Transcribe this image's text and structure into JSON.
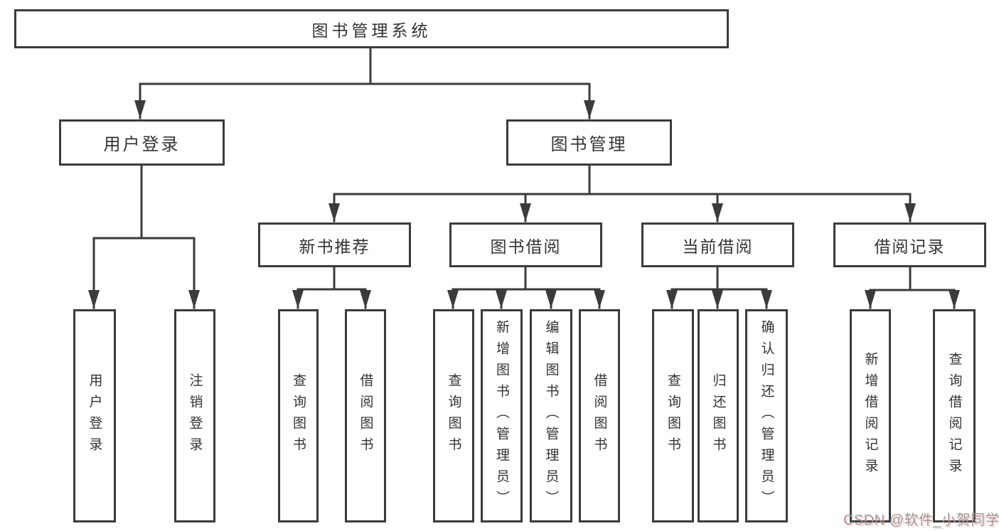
{
  "diagram_title": "图书管理系统",
  "colors": {
    "line": "#3b3b3b",
    "box_border": "#3b3b3b",
    "box_background": "#ffffff",
    "text": "#333333",
    "watermark": "#9a9a9a"
  },
  "tree": {
    "root": {
      "label": "图书管理系统"
    },
    "branches": [
      {
        "label": "用户登录",
        "children": [
          {
            "label": "用户登录"
          },
          {
            "label": "注销登录"
          }
        ]
      },
      {
        "label": "图书管理",
        "children": [
          {
            "label": "新书推荐",
            "children": [
              {
                "label": "查询图书"
              },
              {
                "label": "借阅图书"
              }
            ]
          },
          {
            "label": "图书借阅",
            "children": [
              {
                "label": "查询图书"
              },
              {
                "label": "新增图书（管理员）"
              },
              {
                "label": "编辑图书（管理员）"
              },
              {
                "label": "借阅图书"
              }
            ]
          },
          {
            "label": "当前借阅",
            "children": [
              {
                "label": "查询图书"
              },
              {
                "label": "归还图书"
              },
              {
                "label": "确认归还（管理员）"
              }
            ]
          },
          {
            "label": "借阅记录",
            "children": [
              {
                "label": "新增借阅记录"
              },
              {
                "label": "查询借阅记录"
              }
            ]
          }
        ]
      }
    ]
  },
  "watermark": "CSDN @软件_小贺同学"
}
